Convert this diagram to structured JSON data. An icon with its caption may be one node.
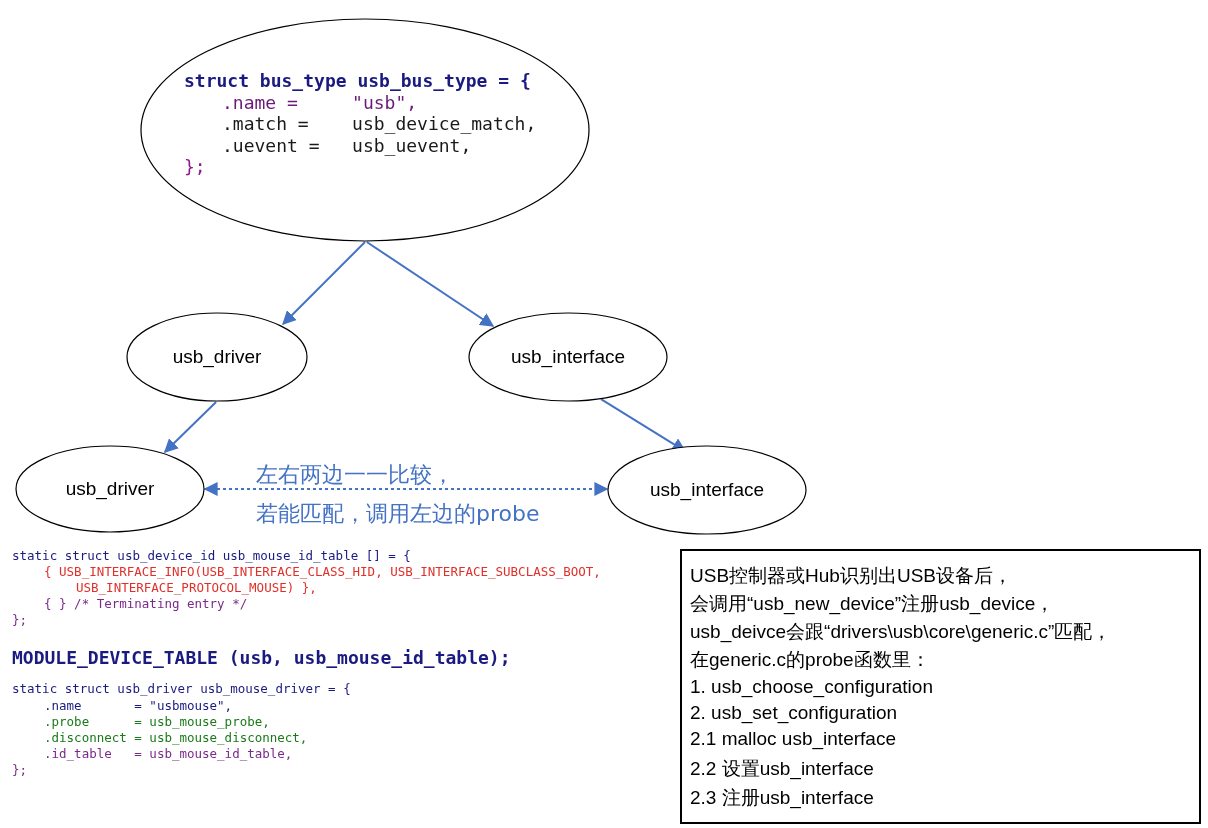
{
  "diagram": {
    "nodes": [
      {
        "text": [
          "struct bus_type usb_bus_type = {",
          ".name =     \"usb\",",
          ".match =    usb_device_match,",
          ".uevent =   usb_uevent,",
          "};"
        ]
      },
      {
        "text": [
          "usb_driver"
        ]
      },
      {
        "text": [
          "usb_interface"
        ]
      },
      {
        "text": [
          "usb_driver"
        ]
      },
      {
        "text": [
          "usb_interface"
        ]
      },
      {
        "text": [
          "USB控制器或Hub识别出USB设备后，",
          "会调用“usb_new_device”注册usb_device，",
          "usb_deivce会跟“drivers\\usb\\core\\generic.c”匹配，",
          "在generic.c的probe函数里：",
          "1. usb_choose_configuration",
          "2. usb_set_configuration",
          "2.1 malloc usb_interface",
          "2.2 设置usb_interface",
          "2.3 注册usb_interface"
        ]
      }
    ],
    "edges": [
      {
        "from": 0,
        "to": 1,
        "arrow": "to"
      },
      {
        "from": 0,
        "to": 2,
        "arrow": "to"
      },
      {
        "from": 1,
        "to": 3,
        "arrow": "to"
      },
      {
        "from": 2,
        "to": 4,
        "arrow": "to"
      },
      {
        "from": 3,
        "to": 4,
        "arrow": "both",
        "style": "dashed",
        "label": "左右两边一一比较，若能匹配，调用左边的probe"
      }
    ],
    "labels": [
      "static struct usb_device_id usb_mouse_id_table [] = {",
      "{ USB_INTERFACE_INFO(USB_INTERFACE_CLASS_HID, USB_INTERFACE_SUBCLASS_BOOT,",
      "USB_INTERFACE_PROTOCOL_MOUSE) },",
      "{ } /* Terminating entry */",
      "};",
      "MODULE_DEVICE_TABLE (usb, usb_mouse_id_table);",
      "static struct usb_driver usb_mouse_driver = {",
      ".name       = \"usbmouse\",",
      ".probe      = usb_mouse_probe,",
      ".disconnect = usb_mouse_disconnect,",
      ".id_table   = usb_mouse_id_table,",
      "};"
    ]
  }
}
